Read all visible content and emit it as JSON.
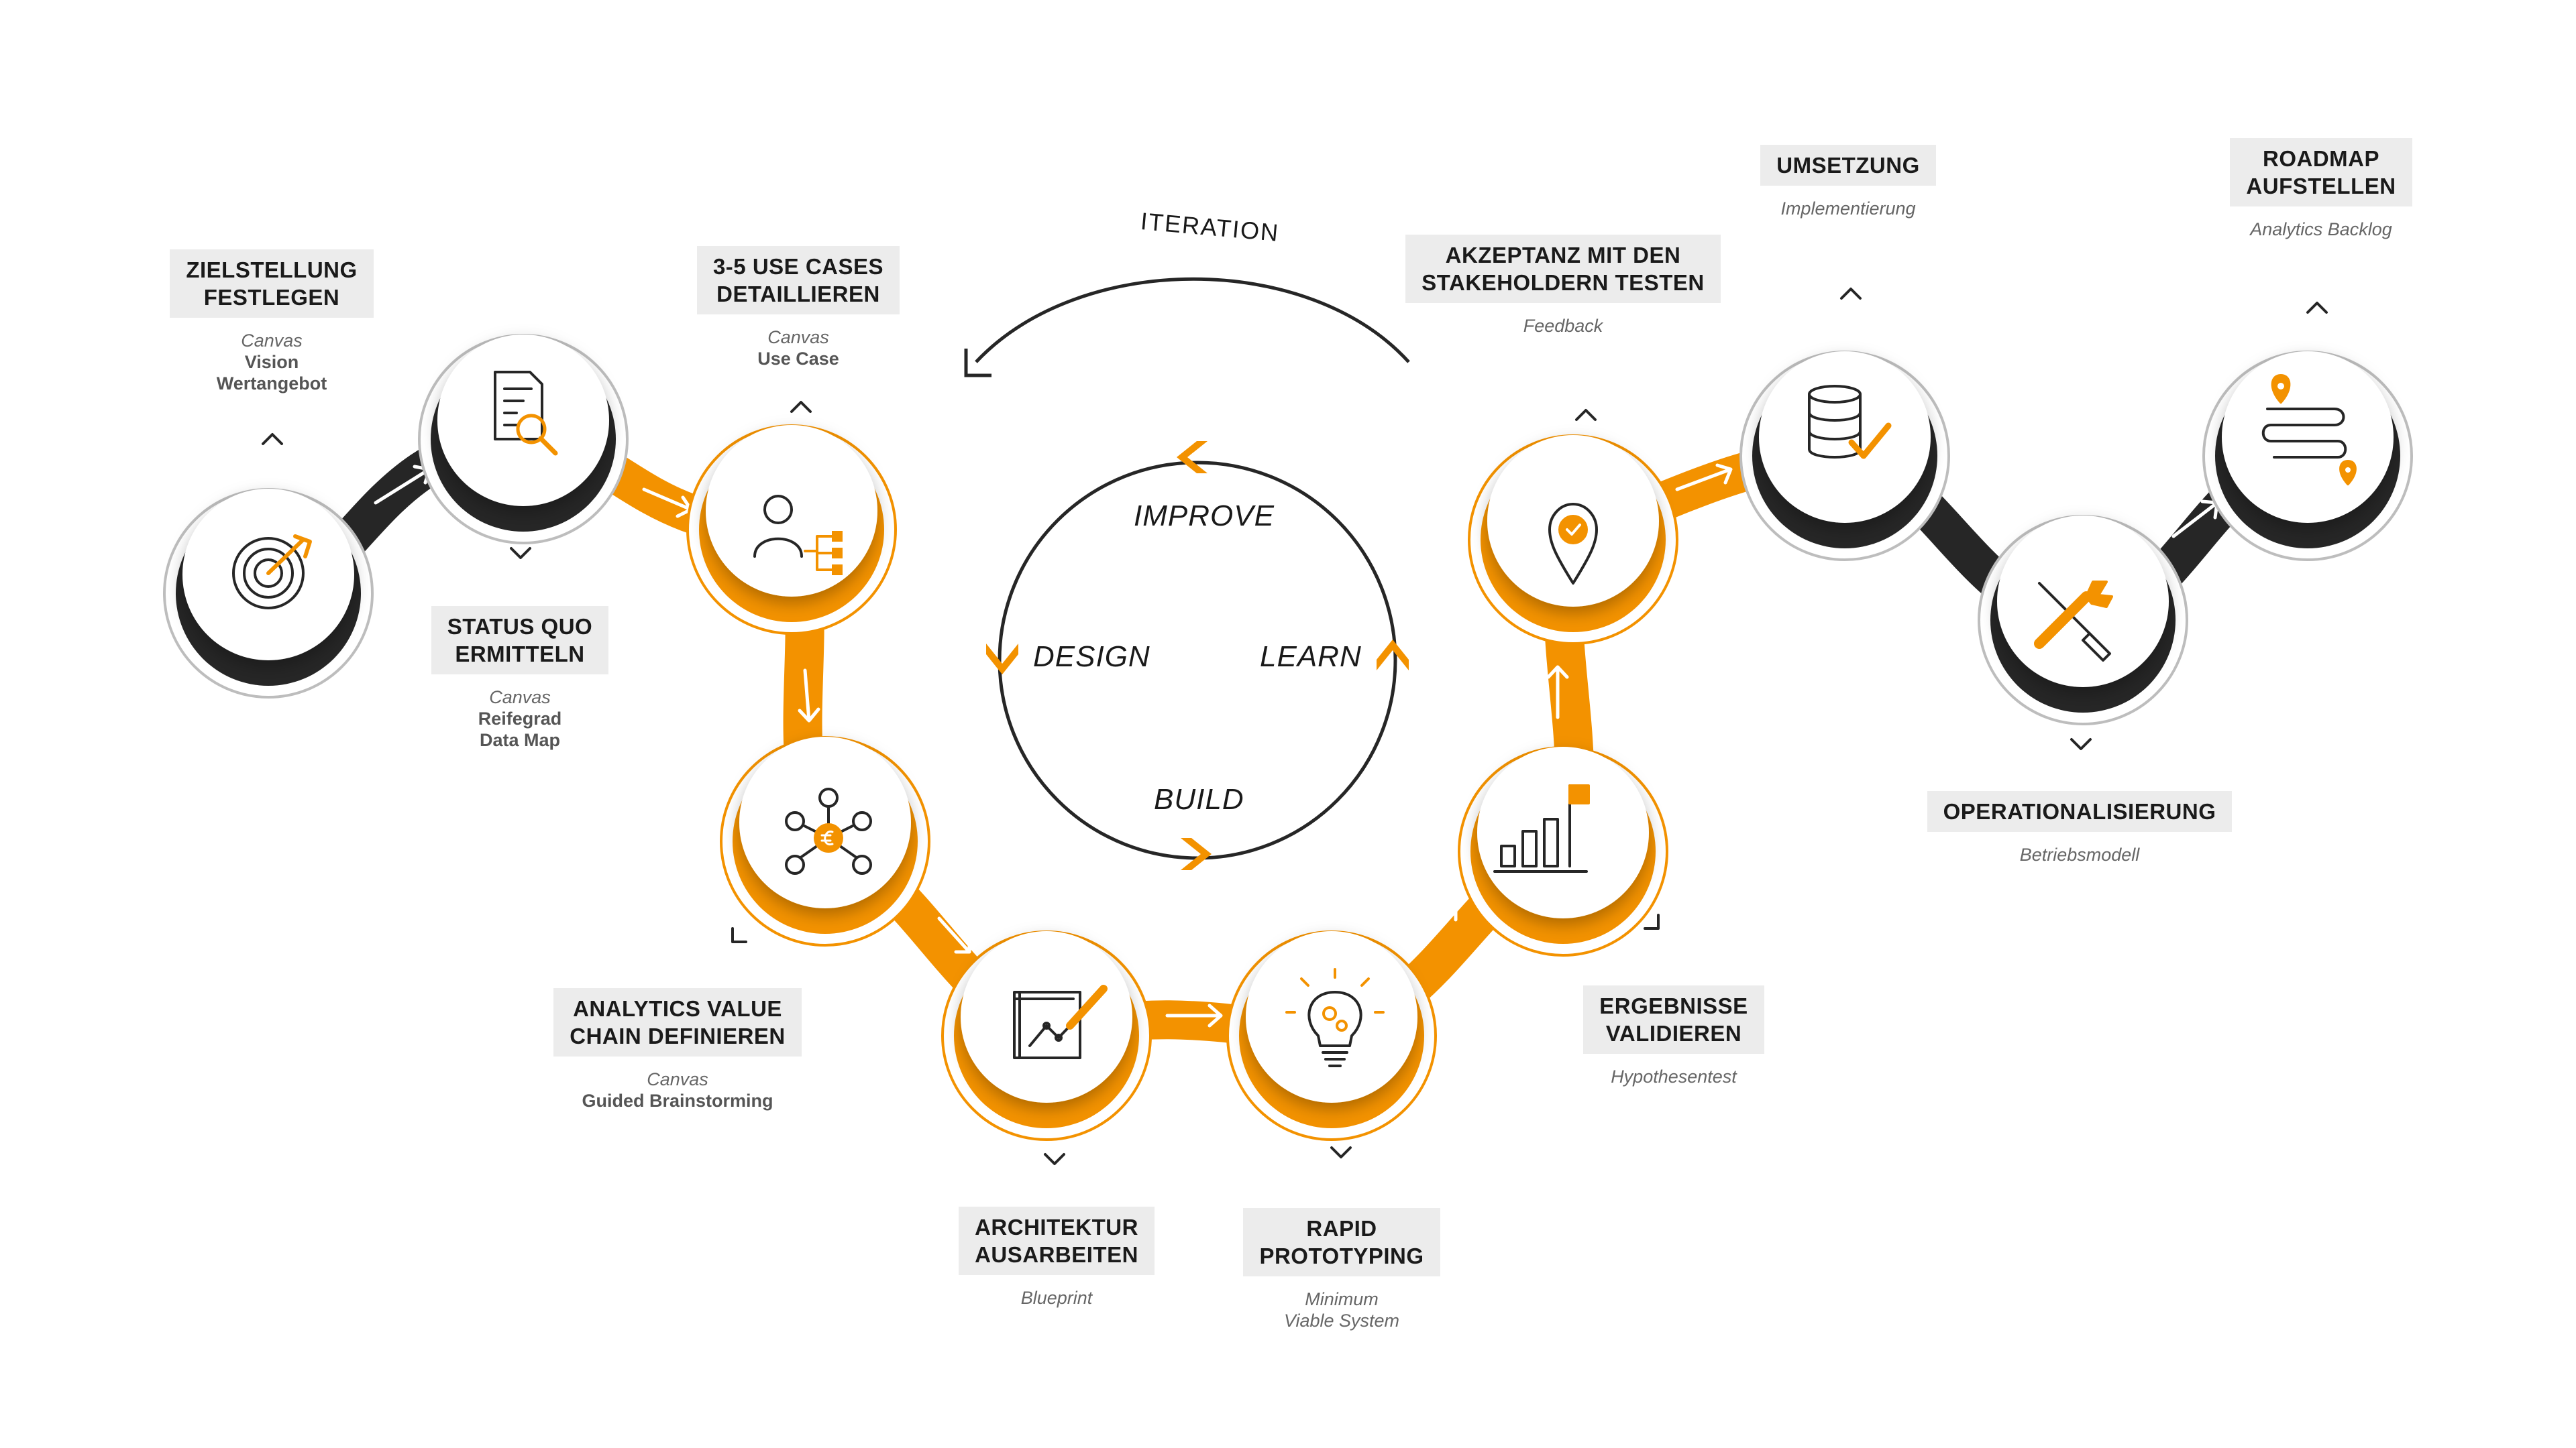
{
  "colors": {
    "orange": "#f39200",
    "dark": "#262626",
    "grey_tag": "#ececec"
  },
  "cycle": {
    "iteration": "ITERATION",
    "improve": "IMPROVE",
    "design": "DESIGN",
    "learn": "LEARN",
    "build": "BUILD"
  },
  "steps": [
    {
      "title_1": "ZIELSTELLUNG",
      "title_2": "FESTLEGEN",
      "sub": [
        "Canvas",
        "Vision",
        "Wertangebot"
      ],
      "icon": "target-icon"
    },
    {
      "title_1": "STATUS QUO",
      "title_2": "ERMITTELN",
      "sub": [
        "Canvas",
        "Reifegrad",
        "Data Map"
      ],
      "icon": "document-search-icon"
    },
    {
      "title_1": "3-5 USE CASES",
      "title_2": "DETAILLIEREN",
      "sub": [
        "Canvas",
        "Use Case"
      ],
      "icon": "user-hierarchy-icon"
    },
    {
      "title_1": "ANALYTICS VALUE",
      "title_2": "CHAIN DEFINIEREN",
      "sub": [
        "Canvas",
        "Guided Brainstorming"
      ],
      "icon": "euro-network-icon"
    },
    {
      "title_1": "ARCHITEKTUR",
      "title_2": "AUSARBEITEN",
      "sub": [
        "Blueprint"
      ],
      "icon": "blueprint-pencil-icon"
    },
    {
      "title_1": "RAPID",
      "title_2": "PROTOTYPING",
      "sub": [
        "Minimum",
        "Viable System"
      ],
      "icon": "lightbulb-gears-icon"
    },
    {
      "title_1": "ERGEBNISSE",
      "title_2": "VALIDIEREN",
      "sub": [
        "Hypothesentest"
      ],
      "icon": "bar-chart-flag-icon"
    },
    {
      "title_1": "AKZEPTANZ MIT DEN",
      "title_2": "STAKEHOLDERN TESTEN",
      "sub": [
        "Feedback"
      ],
      "icon": "location-check-icon"
    },
    {
      "title_1": "UMSETZUNG",
      "title_2": "",
      "sub": [
        "Implementierung"
      ],
      "icon": "database-check-icon"
    },
    {
      "title_1": "OPERATIONALISIERUNG",
      "title_2": "",
      "sub": [
        "Betriebsmodell"
      ],
      "icon": "wrench-screwdriver-icon"
    },
    {
      "title_1": "ROADMAP",
      "title_2": "AUFSTELLEN",
      "sub": [
        "Analytics Backlog"
      ],
      "icon": "roadmap-path-icon"
    }
  ]
}
